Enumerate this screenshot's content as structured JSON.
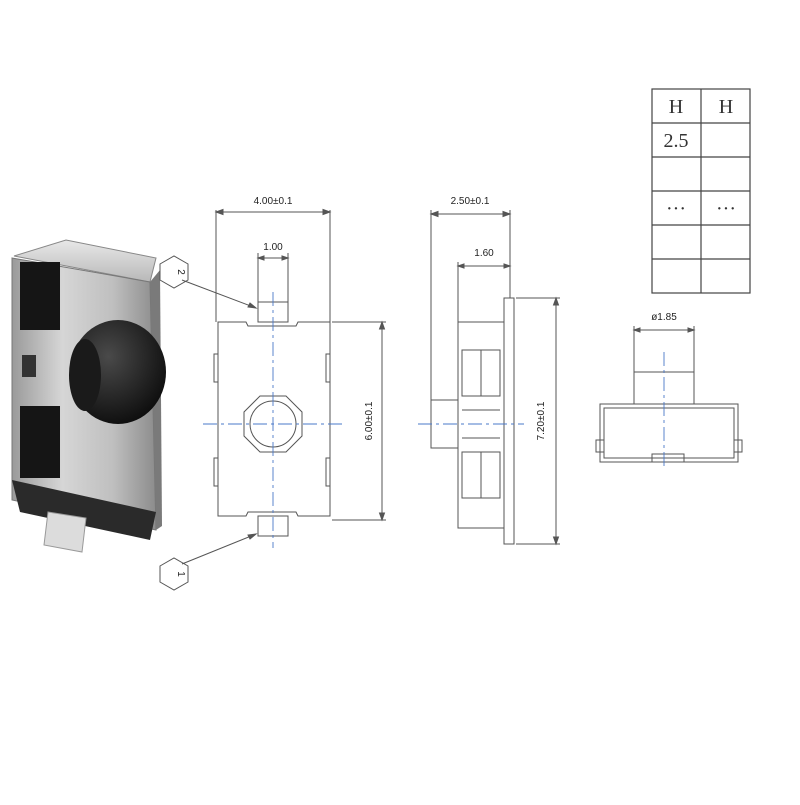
{
  "front_view": {
    "width_label": "4.00±0.1",
    "pin_label": "1.00",
    "height_label": "6.00±0.1",
    "callout_top": "2",
    "callout_bottom": "1"
  },
  "side_view": {
    "depth_label": "2.50±0.1",
    "body_label": "1.60",
    "height_label": "7.20±0.1"
  },
  "end_view": {
    "diameter_label": "ø1.85"
  },
  "height_table": {
    "headers": [
      "H",
      "H"
    ],
    "rows": [
      [
        "2.5",
        ""
      ],
      [
        "",
        ""
      ],
      [
        "···",
        "···"
      ],
      [
        "",
        ""
      ],
      [
        "",
        ""
      ]
    ]
  },
  "colors": {
    "line": "#555555",
    "centerline": "#4a78c8"
  }
}
